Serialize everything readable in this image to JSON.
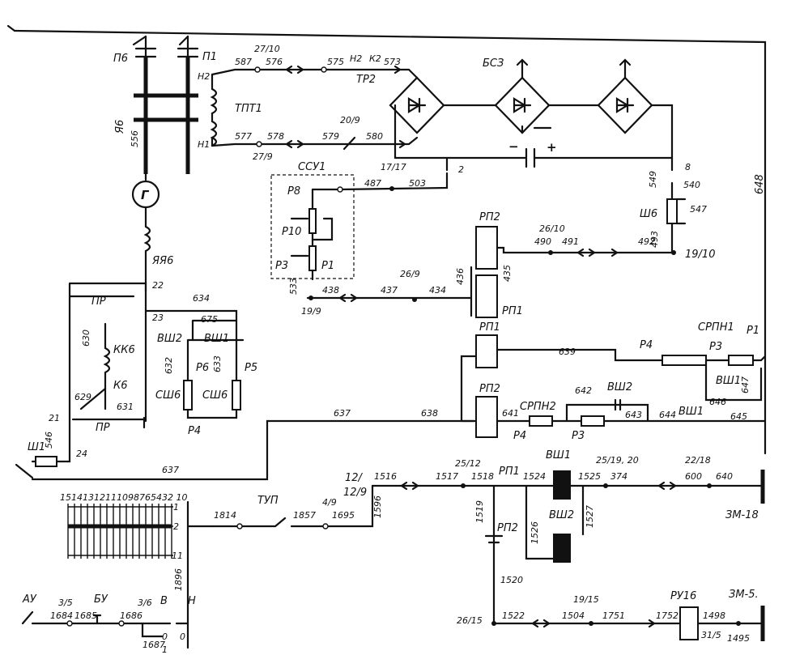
{
  "components": {
    "P6": "П6",
    "P1": "П1",
    "TPT1": "ТПТ1",
    "TR2": "ТР2",
    "BSZ": "БСЗ",
    "SSU1": "ССУ1",
    "YA6": "Я6",
    "G": "Г",
    "YAYA6": "ЯЯ6",
    "R8": "Р8",
    "R10": "Р10",
    "R3a": "Р3",
    "R1a": "Р1",
    "RP2a": "РП2",
    "RP1a": "РП1",
    "Sh6": "Ш6",
    "PR1": "ПР",
    "PR2": "ПР",
    "KK6": "КК6",
    "K6": "К6",
    "VSh2a": "ВШ2",
    "VSh1a": "ВШ1",
    "SSh6a": "СШ6",
    "SSh6b": "СШ6",
    "R6": "Р6",
    "R5": "Р5",
    "R4a": "Р4",
    "Sh1": "Ш1",
    "RP1b": "РП1",
    "RP2b": "РП2",
    "SRPN1": "СРПН1",
    "R4b": "Р4",
    "R3b": "Р3",
    "R1b": "Р1",
    "VSh1b": "ВШ1",
    "SRPN2": "СРПН2",
    "R4c": "Р4",
    "R3c": "Р3",
    "VSh2b": "ВШ2",
    "VSh1c": "ВШ1",
    "TUP": "ТУП",
    "RP1c": "РП1",
    "RP2c": "РП2",
    "VSh1d": "ВШ1",
    "VSh2d": "ВШ2",
    "RU16": "РУ16",
    "ZM5": "ЗМ-5.",
    "ZM18": "ЗМ-18",
    "AU": "АУ",
    "BU": "БУ",
    "V": "В",
    "N": "Н",
    "N2": "Н2",
    "N1": "Н1",
    "K2": "К2",
    "H2": "Н2",
    "plus": "+",
    "minus": "−"
  },
  "wires": {
    "w27_10": "27/10",
    "w587": "587",
    "w576": "576",
    "w575": "575",
    "w573": "573",
    "w577": "577",
    "w578": "578",
    "w27_9": "27/9",
    "w579": "579",
    "w20_9": "20/9",
    "w580": "580",
    "w17_17": "17/17",
    "w2": "2",
    "w487": "487",
    "w503": "503",
    "w8": "8",
    "w549": "549",
    "w540": "540",
    "w547": "547",
    "w493": "493",
    "w492": "492",
    "w19_10": "19/10",
    "w26_10": "26/10",
    "w490": "490",
    "w491": "491",
    "w556": "556",
    "w648": "648",
    "w533": "533",
    "w438": "438",
    "w437": "437",
    "w26_9": "26/9",
    "w434": "434",
    "w436": "436",
    "w435": "435",
    "w19_9": "19/9",
    "w22": "22",
    "w23": "23",
    "w634": "634",
    "w675": "675",
    "w630": "630",
    "w632": "632",
    "w633": "633",
    "w629": "629",
    "w631": "631",
    "w21": "21",
    "w24": "24",
    "w546": "546",
    "w637a": "637",
    "w637b": "637",
    "w638": "638",
    "w639": "639",
    "w641": "641",
    "w642": "642",
    "w643": "643",
    "w644": "644",
    "w645": "645",
    "w646": "646",
    "w647": "647",
    "w12": "12/",
    "w12_9": "12/9",
    "w4_9": "4/9",
    "w1516": "1516",
    "w1517": "1517",
    "w25_12": "25/12",
    "w1518": "1518",
    "w1524": "1524",
    "w1525": "1525",
    "w25_19_20": "25/19, 20",
    "w374": "374",
    "w22_18": "22/18",
    "w600": "600",
    "w640": "640",
    "w1519": "1519",
    "w1526": "1526",
    "w1527": "1527",
    "w1596": "1596",
    "w1814": "1814",
    "w1857": "1857",
    "w1695": "1695",
    "w1520": "1520",
    "w26_15": "26/15",
    "w1522": "1522",
    "w19_15": "19/15",
    "w1504": "1504",
    "w1751": "1751",
    "w1752": "1752",
    "w1498": "1498",
    "w31_5": "31/5",
    "w1495": "1495",
    "w3_5": "3/5",
    "w1684": "1684",
    "w1685": "1685",
    "w3_6": "3/6",
    "w1686": "1686",
    "w1687": "1687",
    "w1896": "1896"
  },
  "switch_positions": {
    "scale": "15141312111098765432 10",
    "p1": "1",
    "p2": "2",
    "p11": "11",
    "p0": "0",
    "p0b": "0",
    "p1b": "1"
  }
}
